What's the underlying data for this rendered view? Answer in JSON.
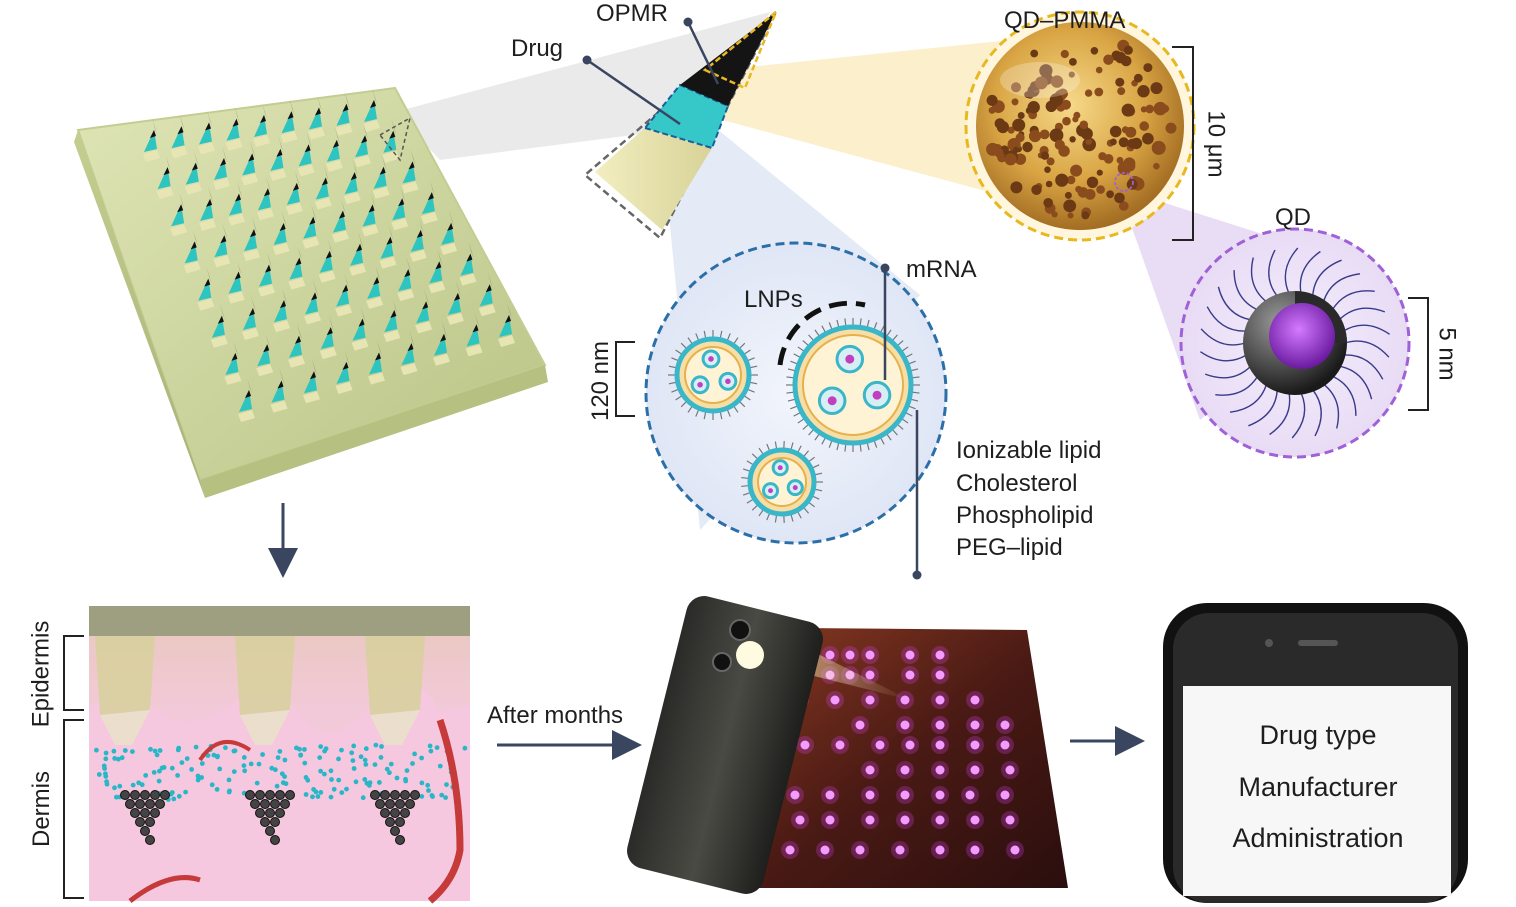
{
  "labels": {
    "opmr": "OPMR",
    "drug": "Drug",
    "qd_pmma": "QD–PMMA",
    "size_10um": "10 μm",
    "qd": "QD",
    "size_5nm": "5 nm",
    "mrna": "mRNA",
    "lnps": "LNPs",
    "size_120nm": "120 nm",
    "lipids": [
      "Ionizable lipid",
      "Cholesterol",
      "Phospholipid",
      "PEG–lipid"
    ],
    "epidermis": "Epidermis",
    "dermis": "Dermis",
    "after_months": "After months"
  },
  "phone_screen": {
    "lines": [
      "Drug type",
      "Manufacturer",
      "Administration"
    ]
  },
  "colors": {
    "patch": "#c9d49a",
    "needle_cyan": "#2ec4c0",
    "lnp_ring": "#2a6fa8",
    "qd_pmma_ring": "#e8b820",
    "qd_ring": "#a060d8",
    "qd_glow": "#e040ff",
    "skin_pink": "#f4c6dc",
    "arrow": "#3a4660"
  }
}
